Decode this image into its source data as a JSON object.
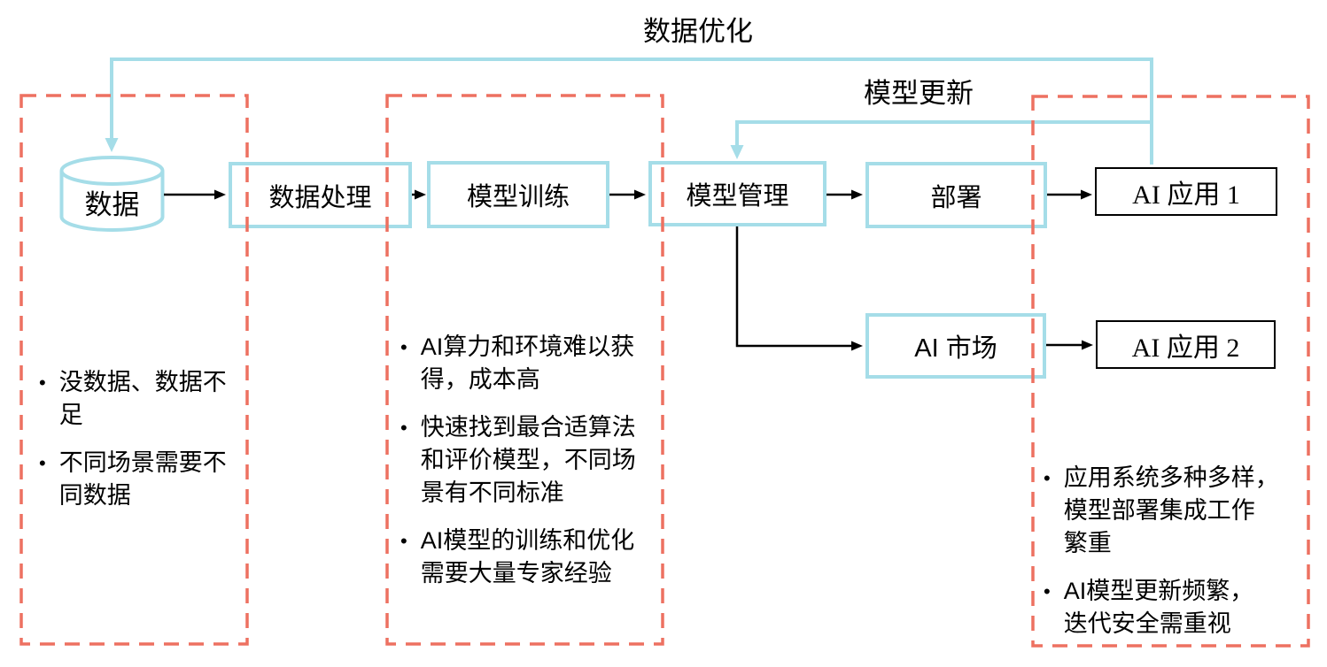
{
  "labels": {
    "data_optimization": "数据优化",
    "model_update": "模型更新"
  },
  "nodes": {
    "data": "数据",
    "data_processing": "数据处理",
    "model_training": "模型训练",
    "model_management": "模型管理",
    "deployment": "部署",
    "ai_market": "AI 市场",
    "ai_app_1": "AI 应用 1",
    "ai_app_2": "AI 应用 2"
  },
  "pain_points": {
    "data": [
      "没数据、数据不\n足",
      "不同场景需要不\n同数据"
    ],
    "training": [
      "AI算力和环境难以获\n得，成本高",
      "快速找到最合适算法\n和评价模型，不同场\n景有不同标准",
      "AI模型的训练和优化\n需要大量专家经验"
    ],
    "application": [
      "应用系统多种多样，\n模型部署集成工作\n繁重",
      "AI模型更新频繁，\n迭代安全需重视"
    ]
  },
  "colors": {
    "accent_cyan": "#a5dde8",
    "dashed_red": "#ed7161",
    "arrow_black": "#000000"
  }
}
